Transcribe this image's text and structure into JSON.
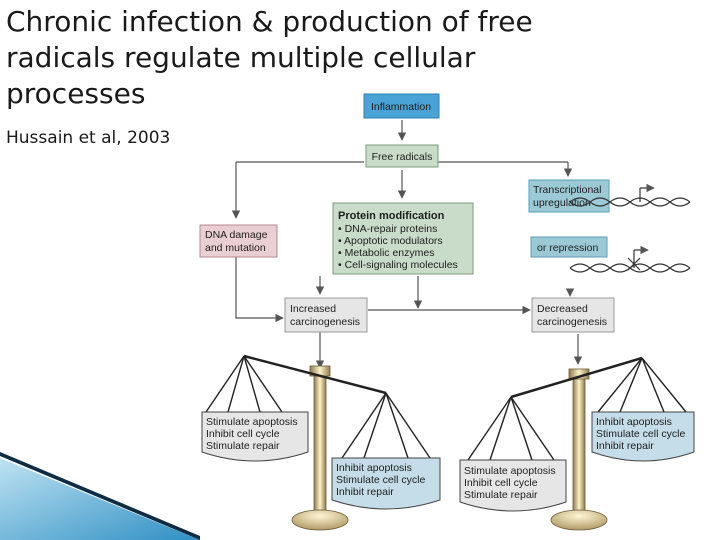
{
  "slide": {
    "title": "Chronic infection & production of free radicals regulate multiple cellular processes",
    "citation": "Hussain et al, 2003"
  },
  "colors": {
    "blue_box": "#4aa3d6",
    "green_box": "#c9dcc9",
    "teal_box": "#9cc9d6",
    "pink_box": "#e9cfd3",
    "gray_box": "#e6e6e6",
    "pan_right": "#c5dde8",
    "pan_left": "#e6e6e6",
    "arrow": "#555555"
  },
  "diagram": {
    "inflammation": "Inflammation",
    "free_radicals": "Free radicals",
    "transcriptional_1": "Transcriptional",
    "transcriptional_2": "upregulation",
    "repression": "or repression",
    "dna_damage_1": "DNA damage",
    "dna_damage_2": "and mutation",
    "protein_mod": {
      "heading": "Protein modification",
      "items": [
        "• DNA-repair proteins",
        "• Apoptotic modulators",
        "• Metabolic enzymes",
        "• Cell-signaling molecules"
      ]
    },
    "increased_1": "Increased",
    "increased_2": "carcinogenesis",
    "decreased_1": "Decreased",
    "decreased_2": "carcinogenesis",
    "left_scale": {
      "high_pan": [
        "Stimulate apoptosis",
        "Inhibit cell cycle",
        "Stimulate repair"
      ],
      "low_pan": [
        "Inhibit apoptosis",
        "Stimulate cell cycle",
        "Inhibit repair"
      ]
    },
    "right_scale": {
      "low_pan": [
        "Stimulate apoptosis",
        "Inhibit cell cycle",
        "Stimulate repair"
      ],
      "high_pan": [
        "Inhibit apoptosis",
        "Stimulate cell cycle",
        "Inhibit repair"
      ]
    }
  }
}
